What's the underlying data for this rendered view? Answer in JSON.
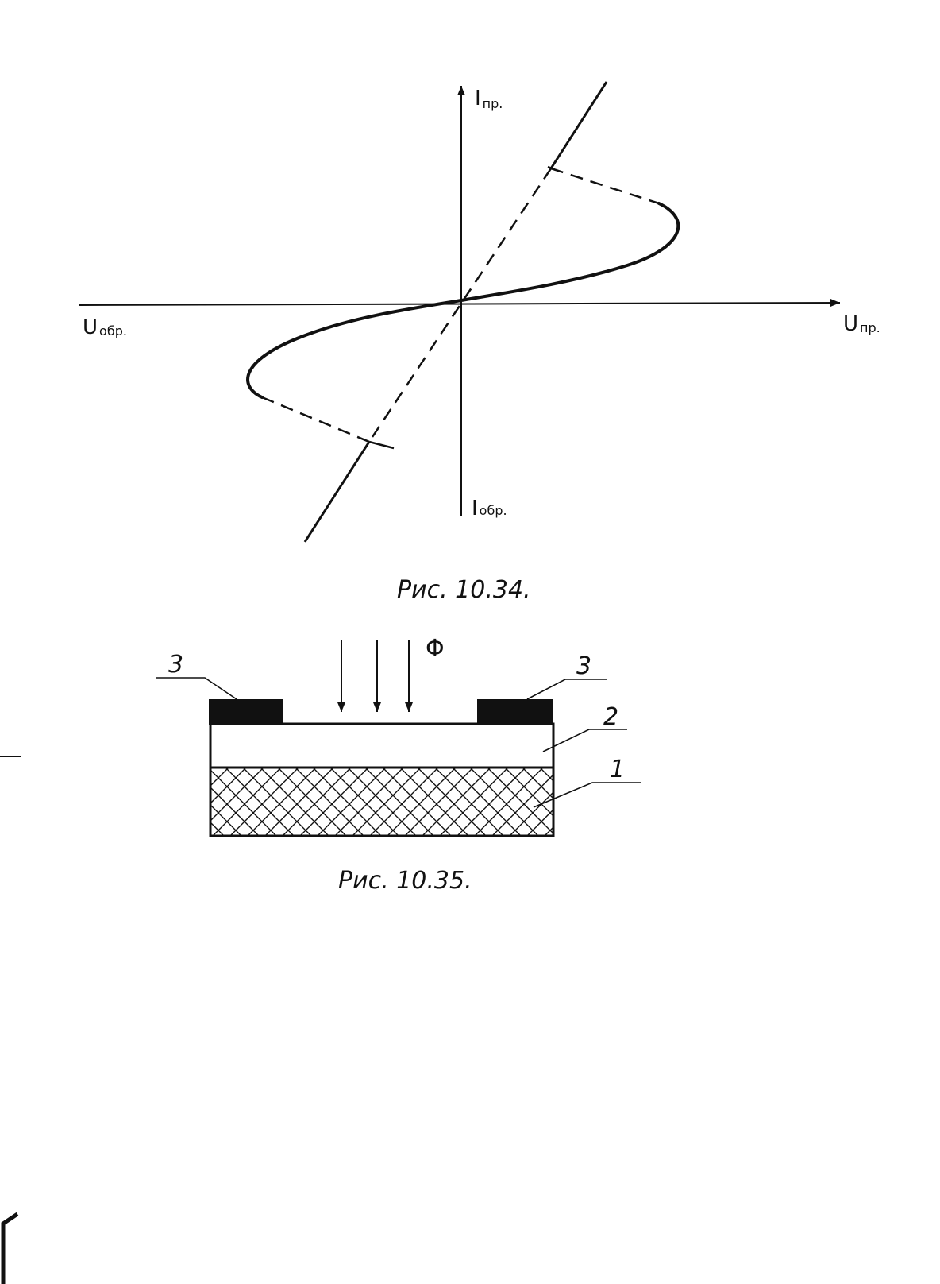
{
  "figure_1": {
    "caption": "Рис. 10.34.",
    "axis_i_forward": {
      "main": "I",
      "sub": "пр."
    },
    "axis_i_reverse": {
      "main": "I",
      "sub": "обр."
    },
    "axis_u_forward": {
      "main": "U",
      "sub": "пр."
    },
    "axis_u_reverse": {
      "main": "U",
      "sub": "обр."
    }
  },
  "figure_2": {
    "caption": "Рис. 10.35.",
    "flux_symbol": "Φ",
    "label_contact_left": "3",
    "label_contact_right": "3",
    "label_layer_2": "2",
    "label_layer_1": "1"
  },
  "colors": {
    "ink": "#111111",
    "paper": "#ffffff"
  }
}
